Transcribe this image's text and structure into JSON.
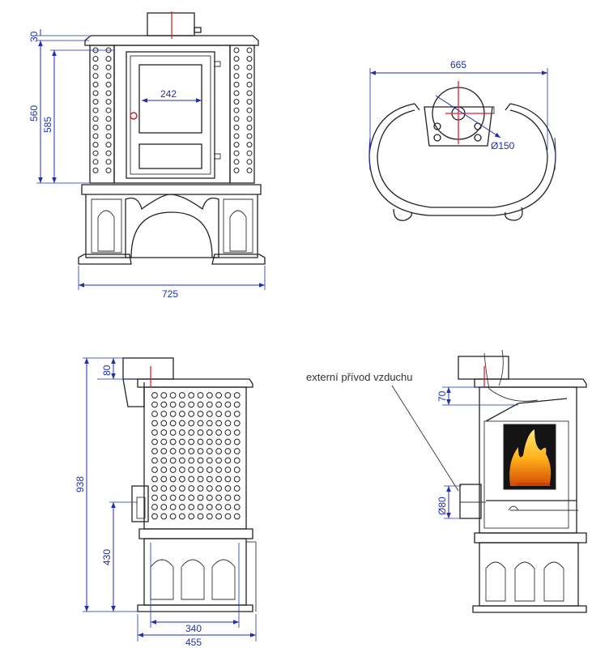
{
  "views": {
    "front": {
      "dims": {
        "top_plate": "30",
        "height_560": "560",
        "height_585": "585",
        "glass_width": "242",
        "total_width": "725"
      }
    },
    "top": {
      "dims": {
        "width": "665",
        "flue_diameter": "Ø150"
      }
    },
    "side": {
      "dims": {
        "flue_height": "80",
        "total_height": "938",
        "air_inlet_height": "430",
        "inner_depth": "340",
        "total_depth": "455"
      }
    },
    "section": {
      "label": "externí přívod vzduchu",
      "dims": {
        "gap": "70",
        "air_diameter": "Ø80"
      }
    }
  },
  "colors": {
    "dimension": "#1f2fb0",
    "axis": "#e0202a",
    "outline": "#222222"
  }
}
